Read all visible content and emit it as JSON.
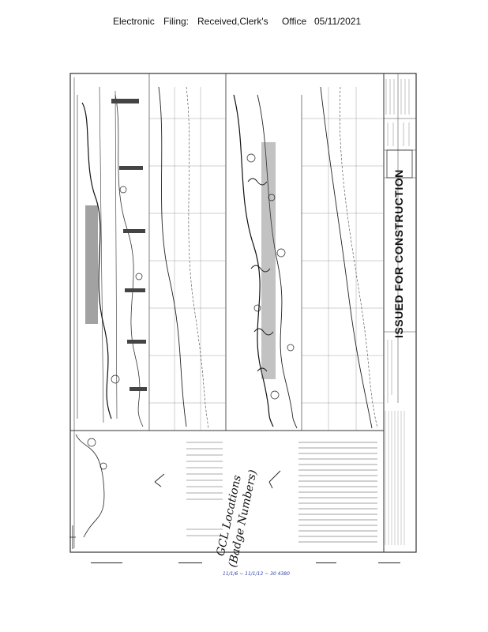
{
  "header": {
    "electronic": "Electronic",
    "filing": "Filing:",
    "received": "Received,Clerk's",
    "office": "Office",
    "date": "05/11/2021"
  },
  "drawing": {
    "stamp": "ISSUED FOR CONSTRUCTION",
    "annotation_line1": "GCL Locations",
    "annotation_line2": "(Badge Numbers)"
  },
  "footer": {
    "note": "11/1/6 ~ 11/1/12 ~ 30 4380"
  }
}
